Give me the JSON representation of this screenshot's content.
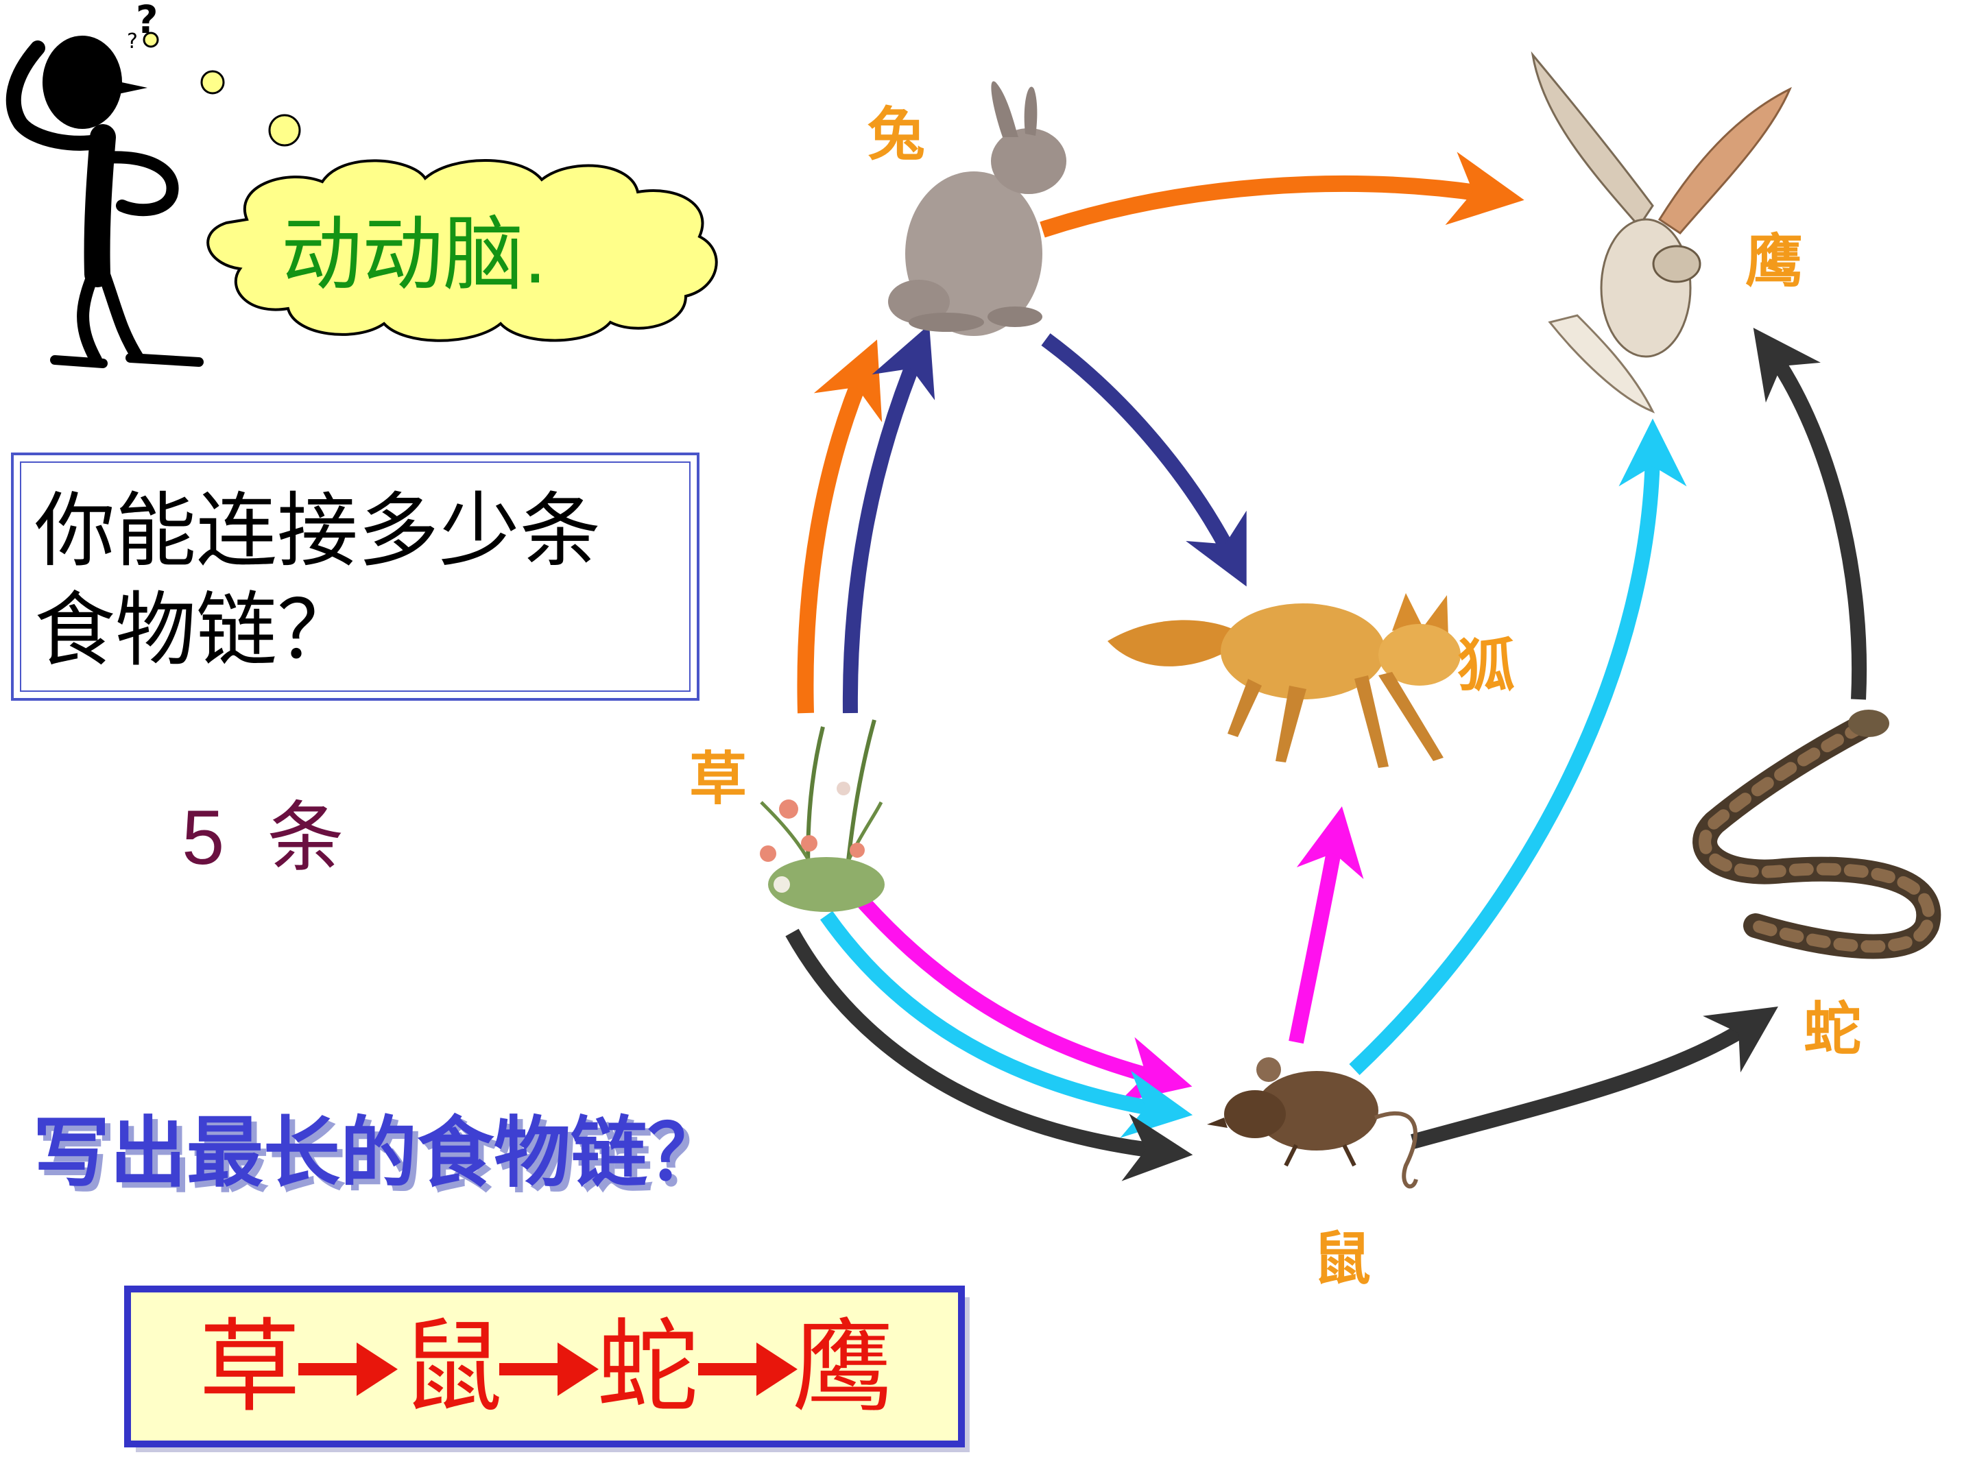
{
  "thought_bubble": {
    "text": "动动脑."
  },
  "question_box": {
    "line1": "你能连接多少条",
    "line2": "食物链？"
  },
  "answer_count": {
    "text": "5  条"
  },
  "longest_question": {
    "text": "写出最长的食物链？"
  },
  "longest_chain": {
    "nodes": [
      "草",
      "鼠",
      "蛇",
      "鹰"
    ]
  },
  "organisms": {
    "grass": "草",
    "rabbit": "兔",
    "eagle": "鹰",
    "fox": "狐",
    "mouse": "鼠",
    "snake": "蛇"
  },
  "colors": {
    "label_orange": "#F39A1B",
    "orange_arrow": "#F6720F",
    "navy_arrow": "#33368F",
    "magenta_arrow": "#FF11EE",
    "cyan_arrow": "#1FCBF6",
    "dark_arrow": "#333333",
    "bubble_fill": "#FFFF8A",
    "bubble_text": "#149414",
    "question_border": "#4A56C9",
    "count_text": "#6A1040",
    "longest_text": "#3E40D2",
    "chain_red": "#E8160C",
    "chain_box_fill": "#FFFFC8",
    "chain_box_border": "#3434C8"
  }
}
